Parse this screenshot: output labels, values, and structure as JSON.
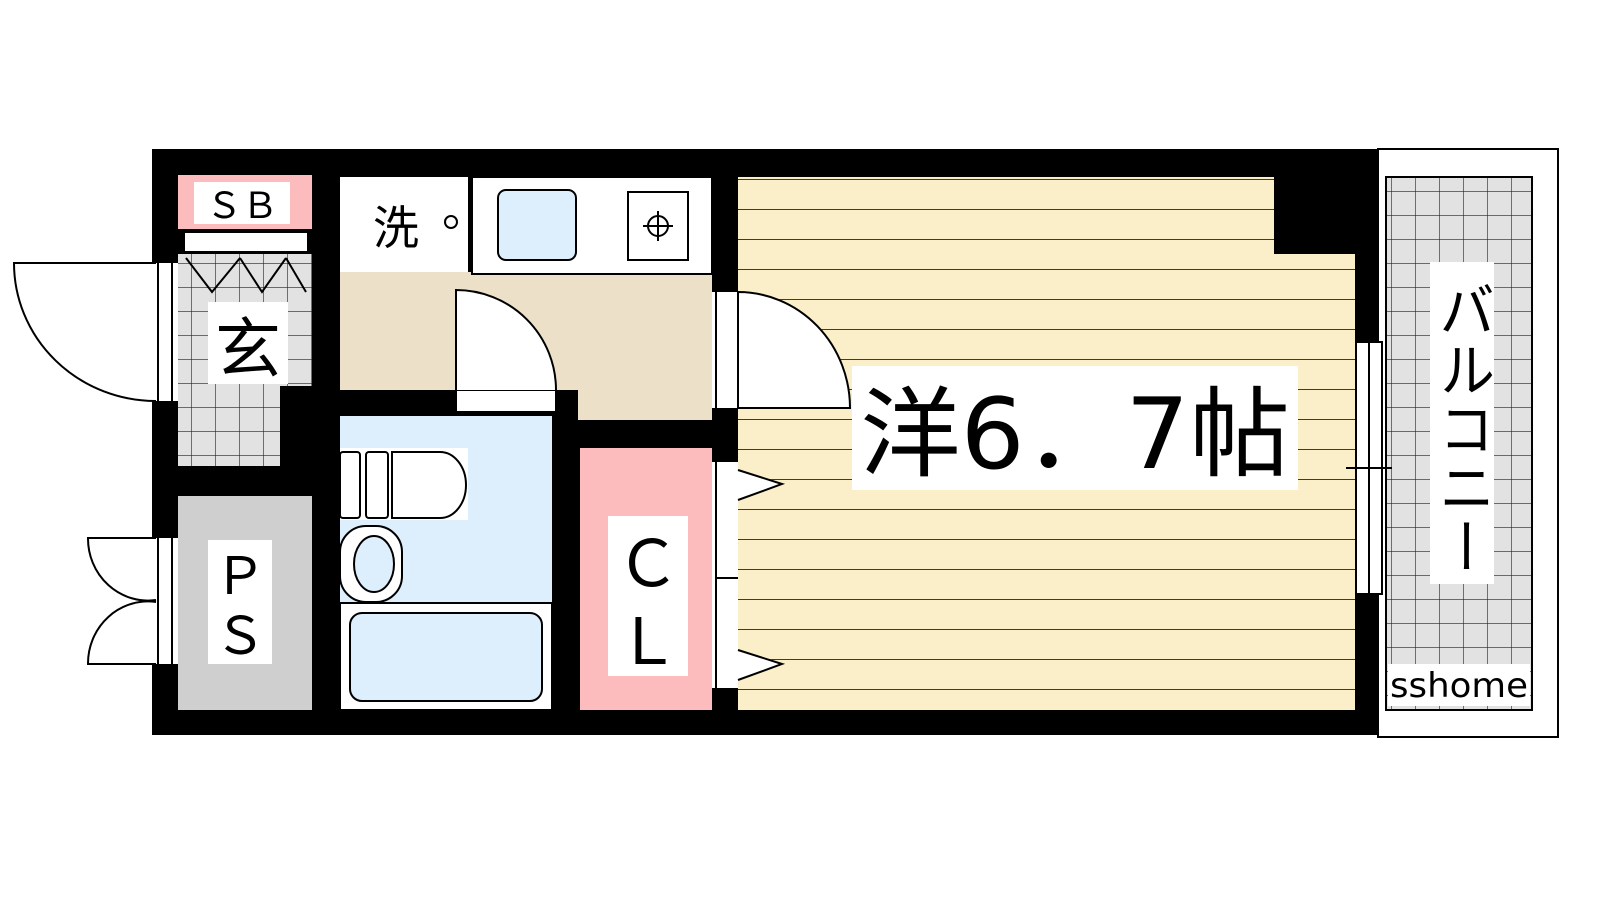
{
  "labels": {
    "shoe_box": "ＳＢ",
    "washer": "洗",
    "entrance": "玄",
    "pipe_space_p": "Ｐ",
    "pipe_space_s": "Ｓ",
    "closet_c": "Ｃ",
    "closet_l": "Ｌ",
    "room": "洋6．7帖",
    "balcony": "バルコニー",
    "watermark": "sshome"
  },
  "colors": {
    "wall": "#000000",
    "western_room_floor": "#faefc8",
    "kitchen_floor": "#ede0c9",
    "bathroom_floor": "#ddeefc",
    "closet": "#fcbcbd",
    "shoe_box": "#fcbcbd",
    "pipe_space": "#cfcfcf",
    "tile_area": "#e2e2e2"
  },
  "icons": [
    "washer-drain-icon",
    "sink-icon",
    "stove-icon",
    "toilet-icon",
    "washbasin-icon",
    "bathtub-icon",
    "door-swing-icon",
    "window-icon"
  ]
}
